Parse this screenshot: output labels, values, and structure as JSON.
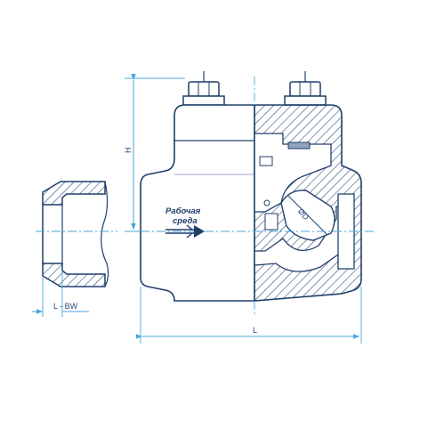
{
  "labels": {
    "flow_line1": "Рабочая",
    "flow_line2": "среда",
    "height": "H",
    "length": "L",
    "socket": "L - BW",
    "bore": "ØD"
  },
  "colors": {
    "outline": "#1f3f6b",
    "dimension": "#4aa6de",
    "centerline": "#4aa6de",
    "hatch": "#1f3f6b",
    "background": "#ffffff"
  }
}
